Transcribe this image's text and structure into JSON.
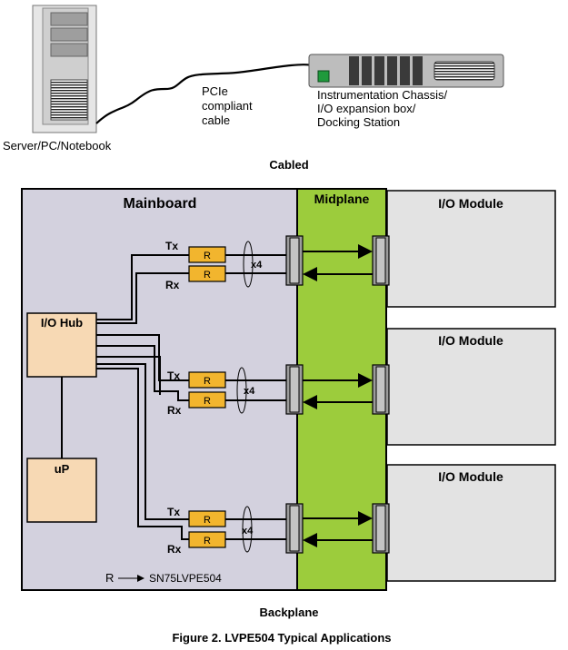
{
  "cabled": {
    "server_label": "Server/PC/Notebook",
    "cable_label": [
      "PCIe",
      "compliant",
      "cable"
    ],
    "chassis_label": [
      "Instrumentation Chassis/",
      "I/O expansion box/",
      "Docking Station"
    ],
    "section_title": "Cabled"
  },
  "backplane": {
    "mainboard_title": "Mainboard",
    "midplane_title": "Midplane",
    "io_module_title": "I/O Module",
    "io_hub_label": "I/O Hub",
    "up_label": "uP",
    "tx_label": "Tx",
    "rx_label": "Rx",
    "repeater_label": "R",
    "lane_label": "x4",
    "legend_r": "R",
    "legend_part": "SN75LVPE504",
    "section_title": "Backplane"
  },
  "figure_caption": "Figure 2.  LVPE504 Typical Applications",
  "colors": {
    "mainboard": "#d3d1de",
    "midplane": "#9ccc3c",
    "repeater": "#f2b52e",
    "hub": "#f7d9b4",
    "module": "#e3e3e3",
    "connector": "#9c9c9c"
  }
}
